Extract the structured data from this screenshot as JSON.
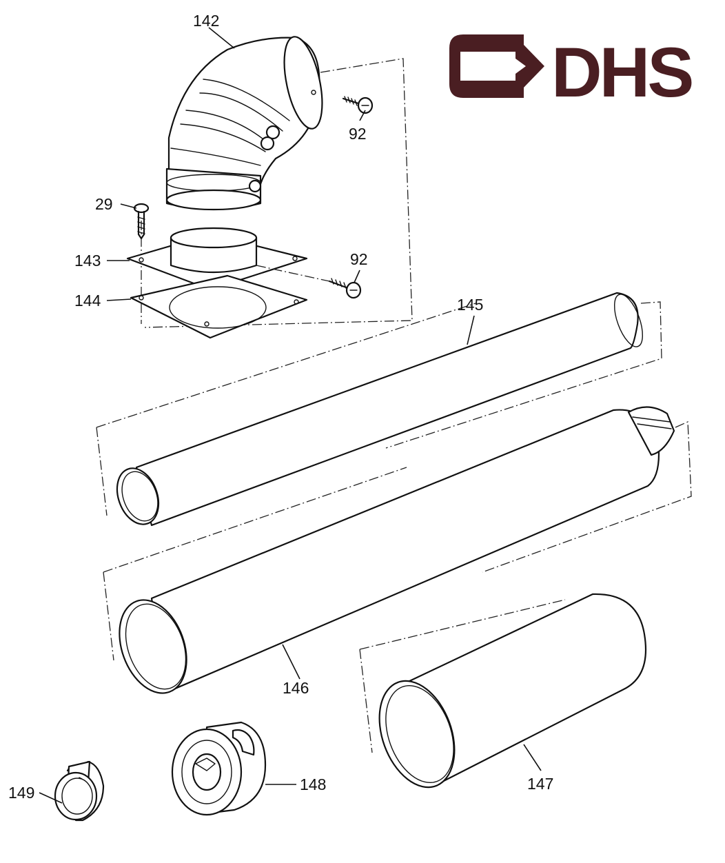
{
  "logo": {
    "text": "DHS",
    "color": "#4a1e22"
  },
  "parts": [
    {
      "id": "elbow",
      "label": "142"
    },
    {
      "id": "screw-right-upper",
      "label": "92"
    },
    {
      "id": "screw-left",
      "label": "29"
    },
    {
      "id": "adapter-plate",
      "label": "143"
    },
    {
      "id": "screw-right-lower",
      "label": "92"
    },
    {
      "id": "gasket-plate",
      "label": "144"
    },
    {
      "id": "pipe-upper",
      "label": "145"
    },
    {
      "id": "pipe-terminal",
      "label": "146"
    },
    {
      "id": "pipe-short",
      "label": "147"
    },
    {
      "id": "wall-seal",
      "label": "148"
    },
    {
      "id": "clamp-band",
      "label": "149"
    }
  ]
}
